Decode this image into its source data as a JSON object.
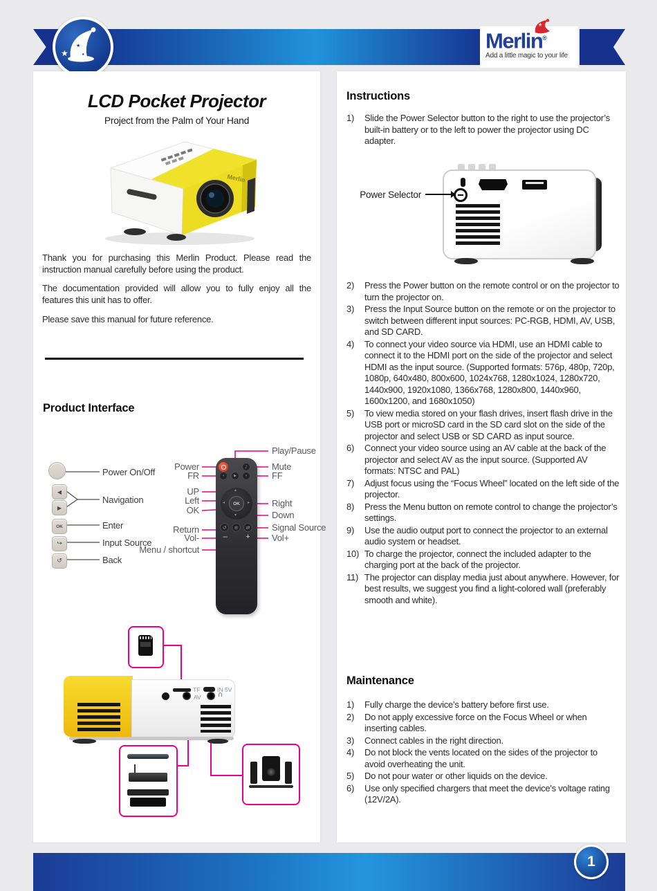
{
  "header": {
    "brand": "Merlin",
    "reg": "®",
    "tagline": "Add a little magic to your life"
  },
  "left": {
    "title": "LCD Pocket Projector",
    "subtitle": "Project from the Palm of Your Hand",
    "photo_logo": "Merlin",
    "paragraphs": [
      "Thank you for purchasing this Merlin Product. Please read the instruction manual carefully before using the product.",
      "The documentation provided will allow you to fully enjoy all the features this unit has to offer.",
      "Please save this manual for future reference."
    ],
    "interface": {
      "heading": "Product Interface",
      "device_buttons": [
        "Power On/Off",
        "Navigation",
        "Enter",
        "Input Source",
        "Back"
      ],
      "remote_left": [
        "Power",
        "FR",
        "UP",
        "Left",
        "OK",
        "Return",
        "Vol-",
        "Menu / shortcut"
      ],
      "remote_right": [
        "Play/Pause",
        "Mute",
        "FF",
        "Right",
        "Down",
        "Signal Source",
        "Vol+"
      ],
      "ok_text": "OK",
      "vol_minus": "–",
      "vol_plus": "+"
    },
    "back_view": {
      "tf": "TF",
      "av": "AV",
      "in5v": "IN 5V"
    }
  },
  "right": {
    "instructions": {
      "heading": "Instructions",
      "power_selector": "Power Selector",
      "items": [
        {
          "n": "1)",
          "t": "Slide the Power Selector button to the right to use the projector’s built-in battery or to the left to power the projector using DC adapter."
        },
        {
          "n": "2)",
          "t": "Press the Power button on the remote control or on the projector to turn the projector on."
        },
        {
          "n": "3)",
          "t": "Press the Input Source button on the remote or on the projector to switch between different input sources: PC-RGB, HDMI, AV, USB, and SD CARD."
        },
        {
          "n": "4)",
          "t": "To connect your video source via HDMI, use an HDMI cable to connect it to the HDMI port on the side of the projector and select HDMI as the input source. (Supported formats: 576p, 480p, 720p, 1080p, 640x480, 800x600, 1024x768, 1280x1024, 1280x720, 1440x900, 1920x1080, 1366x768, 1280x800, 1440x960, 1600x1200, and 1680x1050)"
        },
        {
          "n": "5)",
          "t": "To view media stored on your flash drives, insert flash drive in the USB port or microSD card in the SD card slot on the side of the projector and select USB or SD CARD as input source."
        },
        {
          "n": "6)",
          "t": "Connect your video source using an AV cable at the back of the projector and select AV as the input source. (Supported AV formats: NTSC and PAL)"
        },
        {
          "n": "7)",
          "t": "Adjust focus using the “Focus Wheel” located on the left side of the projector."
        },
        {
          "n": "8)",
          "t": "Press the Menu button on remote control to change the projector’s settings."
        },
        {
          "n": "9)",
          "t": "Use the audio output port to connect the projector to an external audio system or headset."
        },
        {
          "n": "10)",
          "t": "To charge the projector, connect the included adapter to the charging port at the back of the projector."
        },
        {
          "n": "11)",
          "t": "The projector can display media just about anywhere. However, for best results, we suggest you find a light-colored wall (preferably smooth and white)."
        }
      ]
    },
    "maintenance": {
      "heading": "Maintenance",
      "items": [
        {
          "n": "1)",
          "t": "Fully charge the device’s battery before first use."
        },
        {
          "n": "2)",
          "t": "Do not apply excessive force on the Focus Wheel or when inserting cables."
        },
        {
          "n": "3)",
          "t": "Connect cables in the right direction."
        },
        {
          "n": "4)",
          "t": "Do not block the vents located on the sides of the projector to avoid overheating the unit."
        },
        {
          "n": "5)",
          "t": "Do not pour water or other liquids on the device."
        },
        {
          "n": "6)",
          "t": "Use only specified chargers that meet the device's voltage rating (12V/2A)."
        }
      ]
    }
  },
  "footer": {
    "page": "1"
  },
  "colors": {
    "magenta": "#ec008c",
    "blue_dark": "#16318c",
    "blue_light": "#2496dd",
    "brand_blue": "#20409a",
    "brand_red": "#d7282f",
    "projector_yellow": "#f0e22b"
  }
}
